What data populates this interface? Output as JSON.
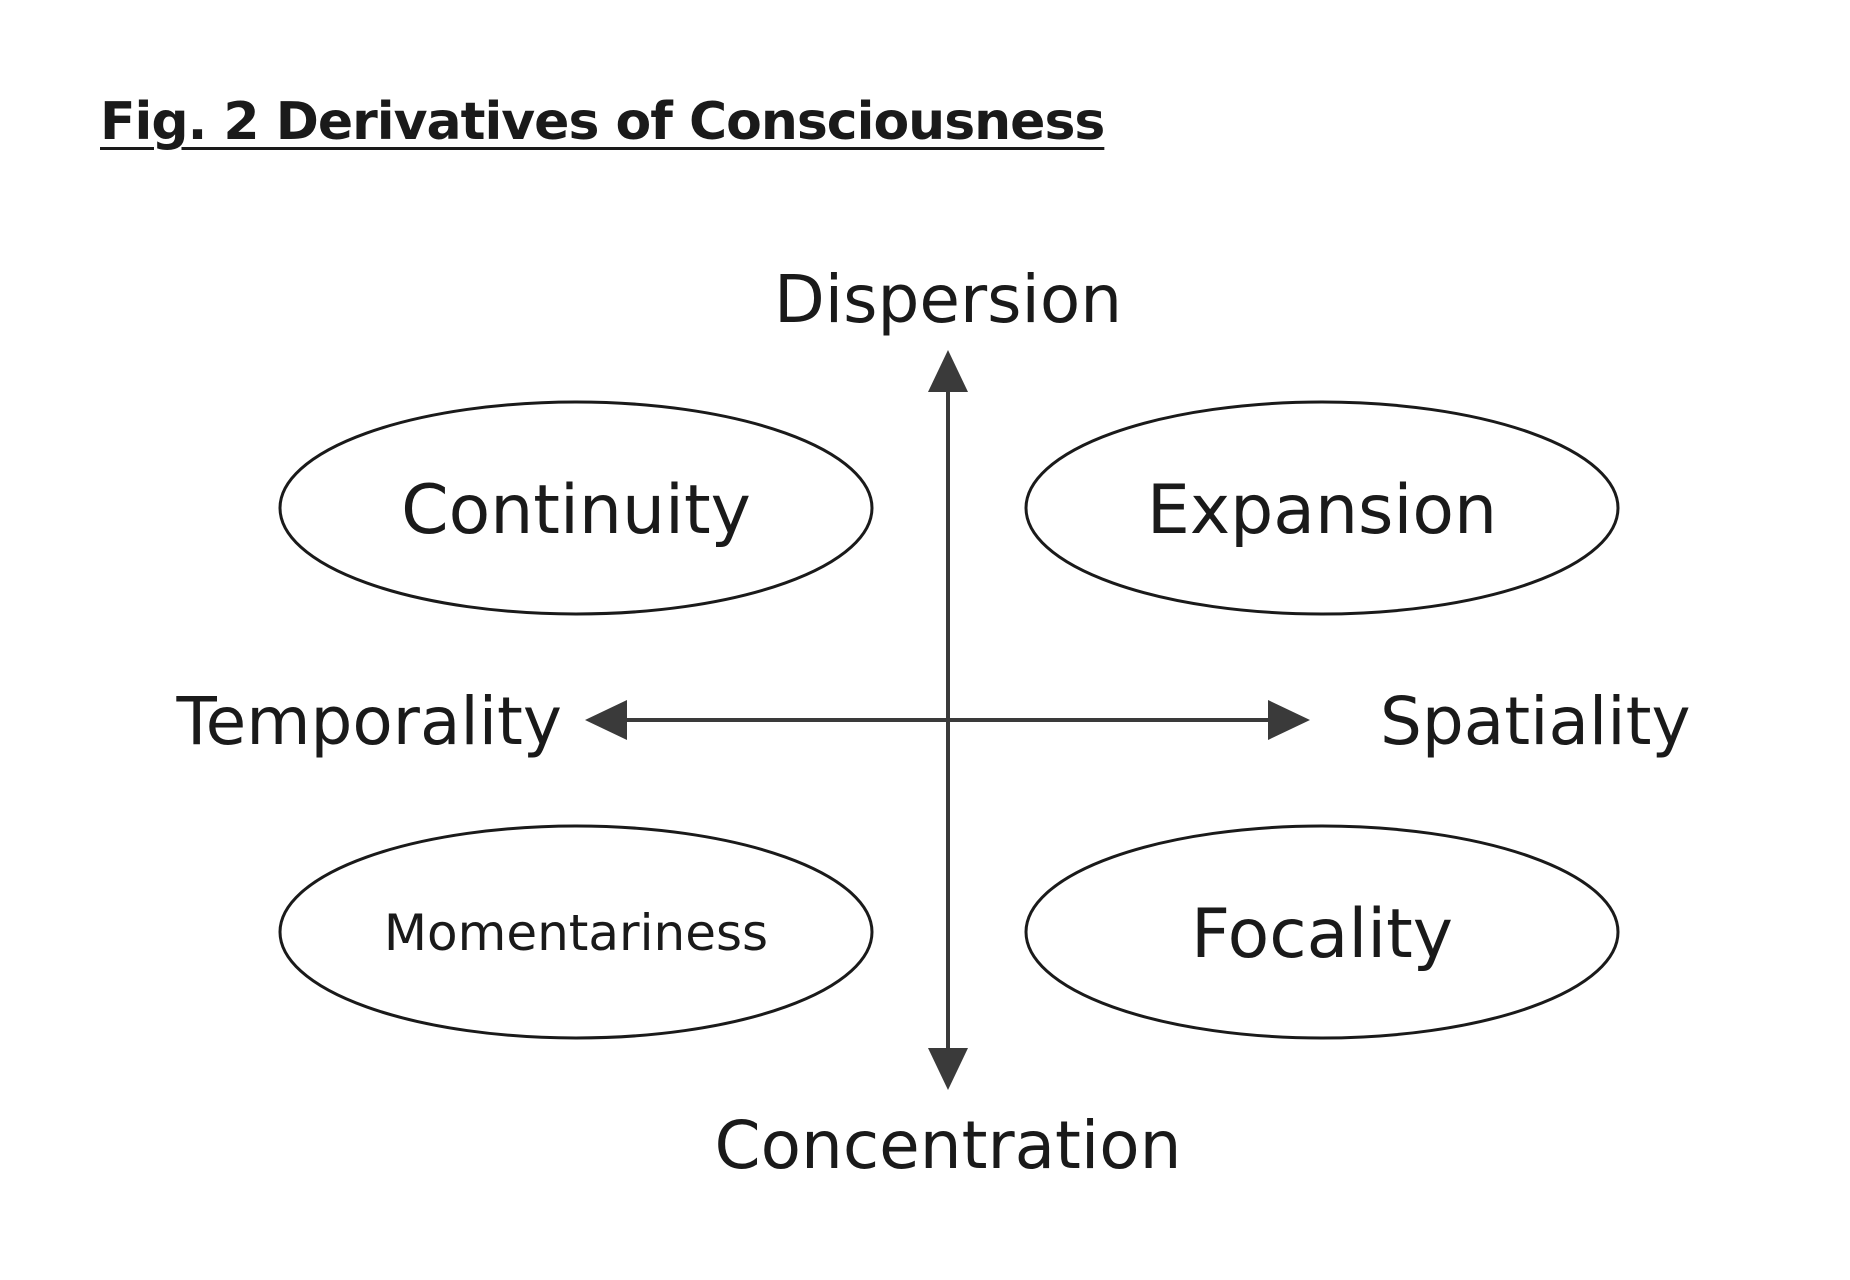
{
  "figure": {
    "title": "Fig. 2 Derivatives of Consciousness"
  },
  "axes": {
    "top": "Dispersion",
    "bottom": "Concentration",
    "left": "Temporality",
    "right": "Spatiality"
  },
  "quadrants": {
    "top_left": "Continuity",
    "top_right": "Expansion",
    "bottom_left": "Momentariness",
    "bottom_right": "Focality"
  },
  "colors": {
    "ink": "#1a1a1a",
    "arrow": "#3a3a3a",
    "background": "#ffffff"
  }
}
